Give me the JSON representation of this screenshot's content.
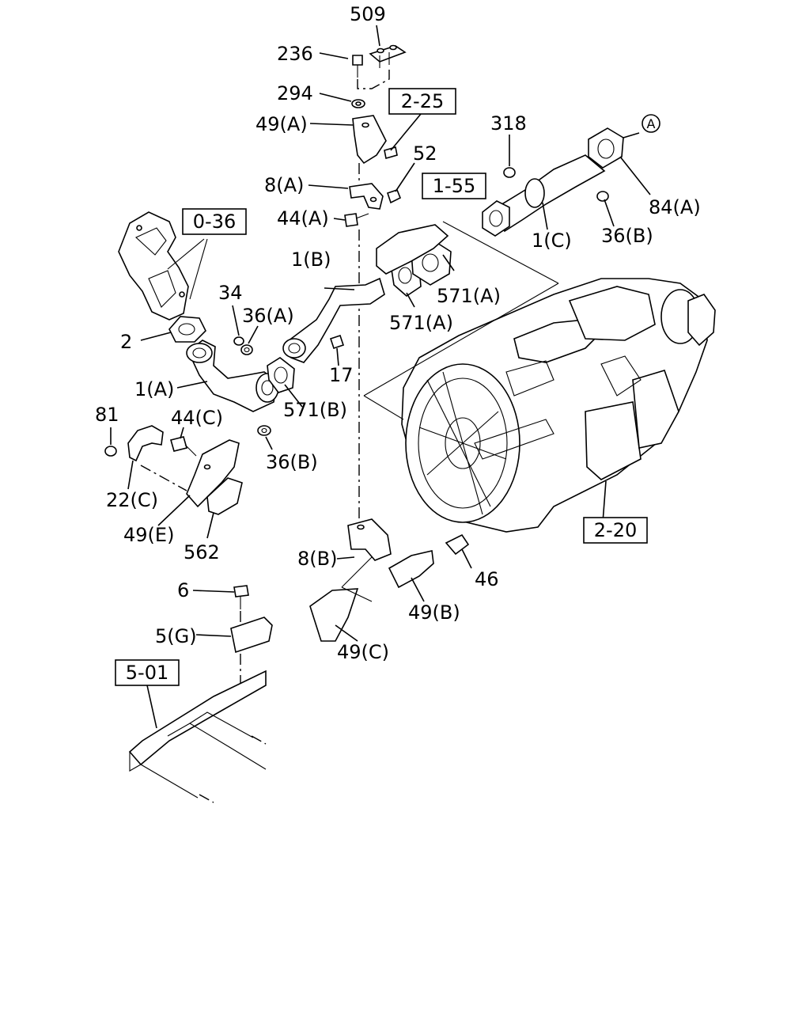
{
  "callouts": {
    "c509": "509",
    "c236": "236",
    "c294": "294",
    "c49a": "49(A)",
    "c52": "52",
    "c8a": "8(A)",
    "c44a": "44(A)",
    "c318": "318",
    "c84a": "84(A)",
    "c1c": "1(C)",
    "c36b_top": "36(B)",
    "c1b": "1(B)",
    "c571a_1": "571(A)",
    "c571a_2": "571(A)",
    "c34": "34",
    "c36a": "36(A)",
    "c2": "2",
    "c17": "17",
    "c1a": "1(A)",
    "c571b": "571(B)",
    "c36b_mid": "36(B)",
    "c81": "81",
    "c44c": "44(C)",
    "c22c": "22(C)",
    "c49e": "49(E)",
    "c562": "562",
    "c8b": "8(B)",
    "c46": "46",
    "c49b": "49(B)",
    "c49c": "49(C)",
    "c6": "6",
    "c5g": "5(G)"
  },
  "references": {
    "r225": "2-25",
    "r155": "1-55",
    "r036": "0-36",
    "r220": "2-20",
    "r501": "5-01",
    "circleA": "A"
  }
}
